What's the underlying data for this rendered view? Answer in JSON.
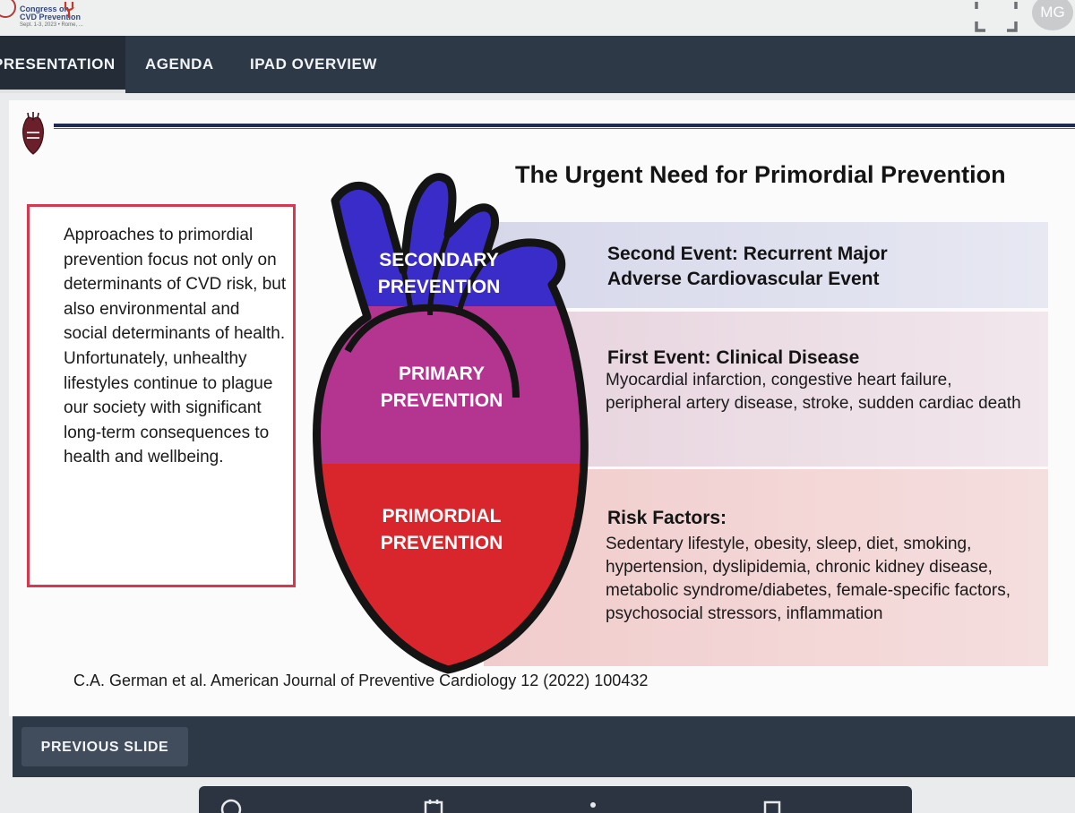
{
  "header": {
    "logo_text": [
      "Congress on",
      "CVD Prevention",
      "Sept. 1-3, 2023 • Rome, ..."
    ],
    "avatar_initials": "MG",
    "fullscreen_icon": "fullscreen-icon"
  },
  "nav": {
    "tabs": [
      {
        "label": "PRESENTATION",
        "active": true
      },
      {
        "label": "AGENDA",
        "active": false
      },
      {
        "label": "IPAD OVERVIEW",
        "active": false
      }
    ]
  },
  "slide": {
    "title": "The Urgent Need for Primordial Prevention",
    "sidebar_text": "Approaches to primordial prevention focus not only on determinants of CVD risk, but also environmental and social determinants of health. Unfortunately, unhealthy lifestyles continue to plague our society with significant long-term consequences to health and wellbeing.",
    "heart_labels": {
      "secondary": [
        "SECONDARY",
        "PREVENTION"
      ],
      "primary": [
        "PRIMARY",
        "PREVENTION"
      ],
      "primordial": [
        "PRIMORDIAL",
        "PREVENTION"
      ]
    },
    "bands": {
      "secondary": {
        "heading": [
          "Second Event: Recurrent Major",
          "Adverse Cardiovascular Event"
        ]
      },
      "primary": {
        "heading": "First Event: Clinical Disease",
        "body": "Myocardial infarction, congestive heart failure, peripheral artery disease, stroke, sudden cardiac death"
      },
      "primordial": {
        "heading": "Risk Factors:",
        "body": "Sedentary lifestyle, obesity, sleep, diet, smoking, hypertension, dyslipidemia, chronic kidney disease, metabolic syndrome/diabetes, female-specific factors, psychosocial stressors, inflammation"
      }
    },
    "citation": "C.A. German et al.  American Journal of Preventive Cardiology 12 (2022) 100432",
    "colors": {
      "secondary": "#3a2cc8",
      "primary": "#b3358f",
      "primordial": "#d8262c",
      "outline": "#141414"
    }
  },
  "footer": {
    "previous_label": "PREVIOUS SLIDE"
  }
}
